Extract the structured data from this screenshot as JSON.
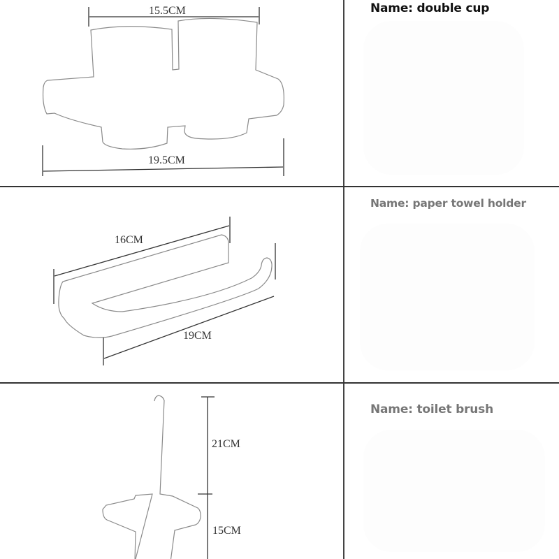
{
  "rows": [
    {
      "name_label": "Name: double cup",
      "name_color": "#111111",
      "dimensions": {
        "top": "15.5CM",
        "bottom": "19.5CM"
      }
    },
    {
      "name_label": "Name: paper towel holder",
      "name_color": "#767676",
      "dimensions": {
        "top": "16CM",
        "bottom": "19CM"
      }
    },
    {
      "name_label": "Name: toilet brush",
      "name_color": "#767676",
      "dimensions": {
        "upper": "21CM",
        "lower": "15CM"
      }
    }
  ],
  "colors": {
    "outline": "#8a8a8a",
    "dimension_line": "#333333",
    "grid_line": "#333333"
  }
}
